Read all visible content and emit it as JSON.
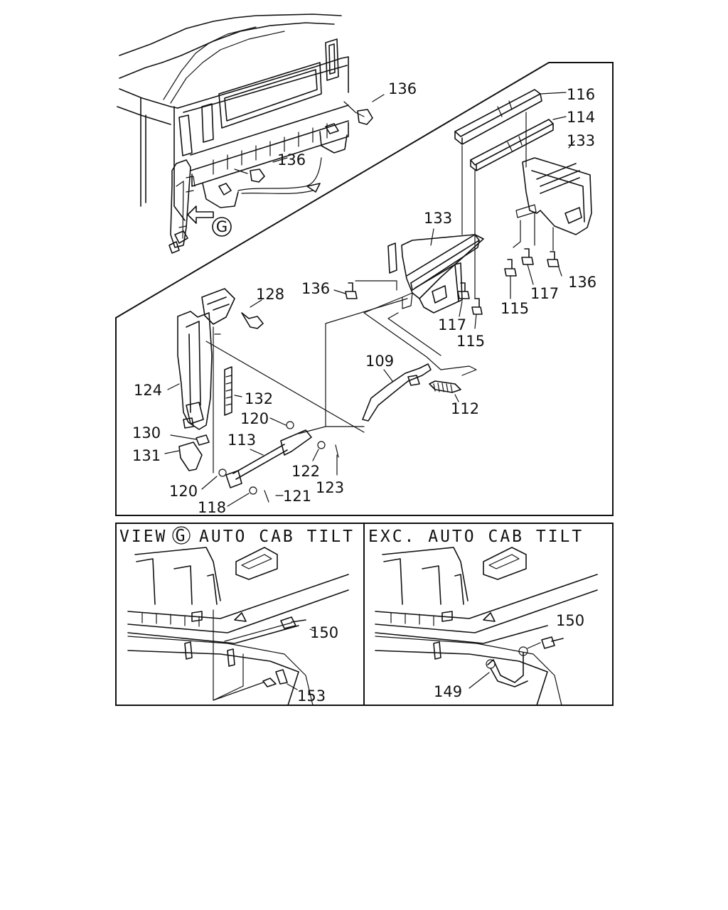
{
  "panels": {
    "view_g": {
      "prefix": "VIEW",
      "marker": "G",
      "title": "AUTO CAB TILT"
    },
    "exc": {
      "title": "EXC. AUTO CAB TILT"
    }
  },
  "marker_g": "G",
  "labels": {
    "p136a": "136",
    "p136b": "136",
    "p136c": "136",
    "p136d": "136",
    "p116": "116",
    "p114": "114",
    "p133a": "133",
    "p133b": "133",
    "p117a": "117",
    "p117b": "117",
    "p115a": "115",
    "p115b": "115",
    "p128": "128",
    "p124": "124",
    "p132": "132",
    "p109": "109",
    "p112": "112",
    "p120a": "120",
    "p120b": "120",
    "p130": "130",
    "p131": "131",
    "p113": "113",
    "p122": "122",
    "p123": "123",
    "p121": "121",
    "p118": "118",
    "p150a": "150",
    "p153": "153",
    "p150b": "150",
    "p149": "149"
  }
}
